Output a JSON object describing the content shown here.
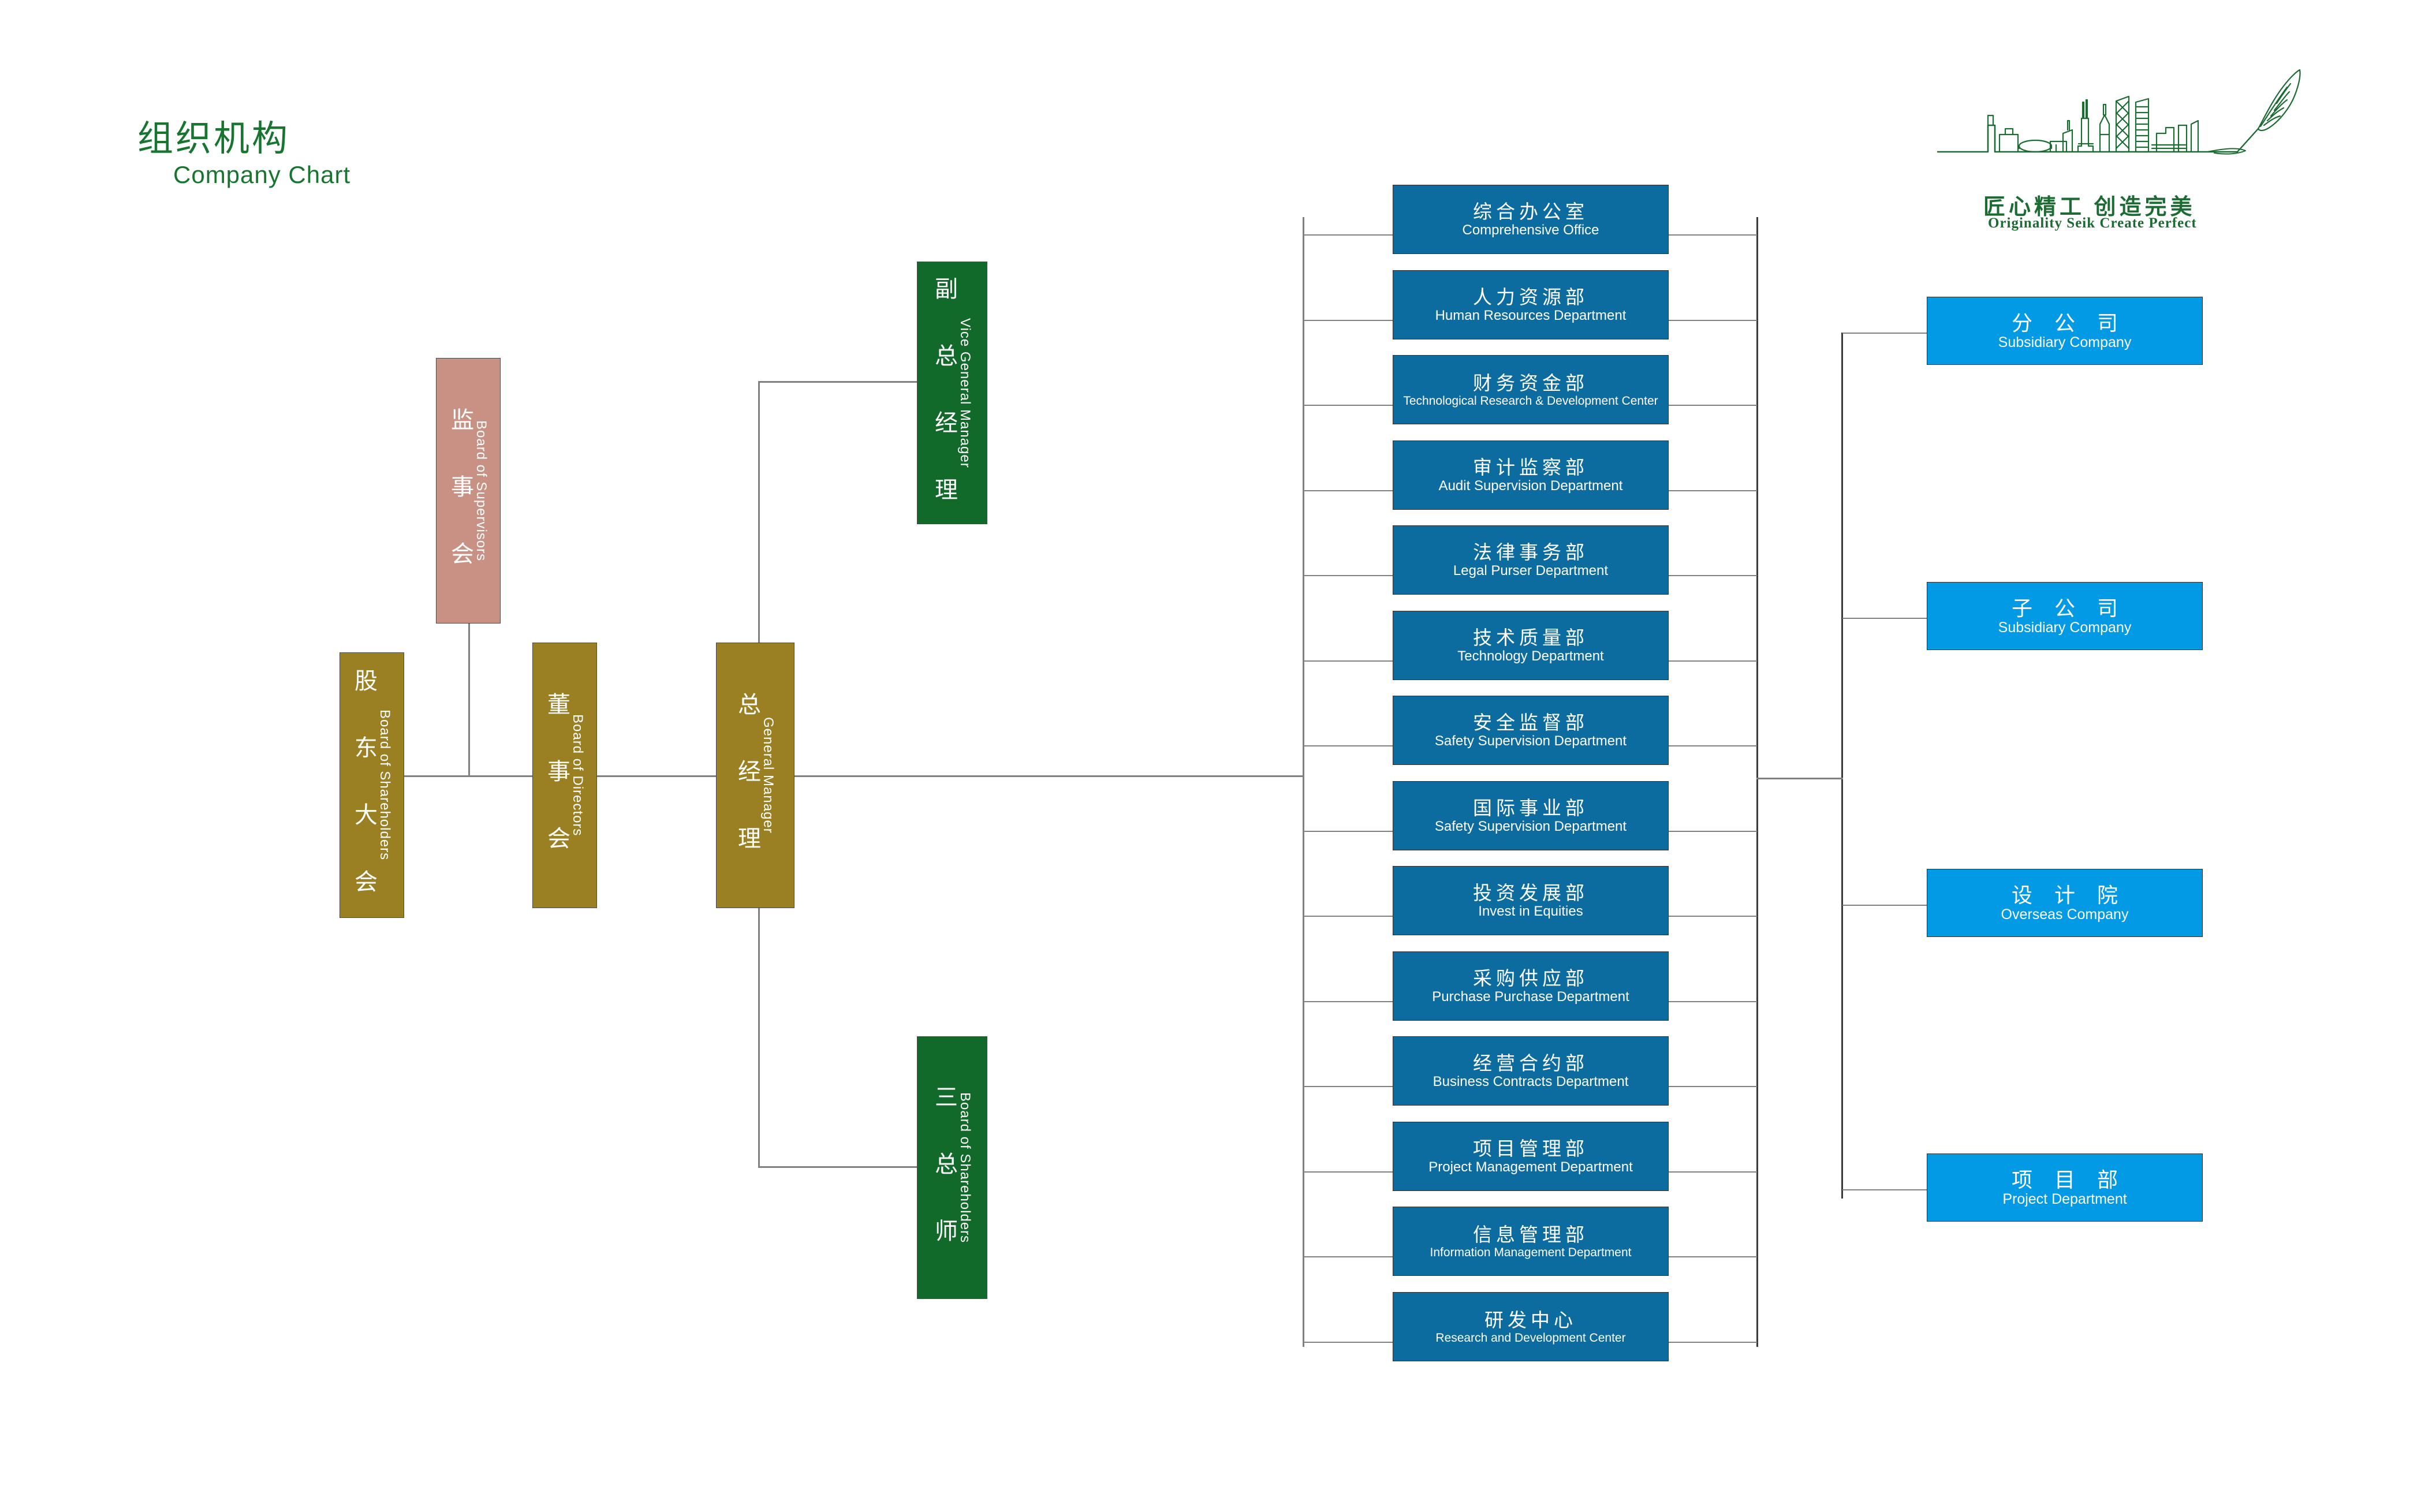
{
  "page": {
    "title_cn": "组织机构",
    "title_en": "Company Chart",
    "bg_color": "#ffffff"
  },
  "logo": {
    "slogan_cn": "匠心精工 创造完美",
    "slogan_en": "Originality Seik   Create Perfect",
    "color": "#1b6b32",
    "icon": "city-skyline-with-quill-pen"
  },
  "colors": {
    "title_green": "#17752f",
    "gold_box": "#9a8022",
    "rose_box": "#c89183",
    "green_box": "#11692a",
    "dept_blue": "#0c6ca0",
    "branch_blue": "#029ae5",
    "connector": "#808080"
  },
  "governance": [
    {
      "id": "board-of-shareholders",
      "cn": "股 东 大 会",
      "en": "Board of Shareholders",
      "color": "#9a8022"
    },
    {
      "id": "board-of-supervisors",
      "cn": "监 事 会",
      "en": "Board of Supervisors",
      "color": "#c89183"
    },
    {
      "id": "board-of-directors",
      "cn": "董 事 会",
      "en": "Board of Directors",
      "color": "#9a8022"
    },
    {
      "id": "general-manager",
      "cn": "总 经 理",
      "en": "General Manager",
      "color": "#9a8022"
    },
    {
      "id": "vice-general-manager",
      "cn": "副 总 经 理",
      "en": "Vice General Manager",
      "color": "#11692a"
    },
    {
      "id": "three-chief-engineers",
      "cn": "三 总 师",
      "en": "Board of Shareholders",
      "color": "#11692a"
    }
  ],
  "departments": [
    {
      "cn": "综合办公室",
      "en": "Comprehensive Office"
    },
    {
      "cn": "人力资源部",
      "en": "Human Resources Department"
    },
    {
      "cn": "财务资金部",
      "en": "Technological Research & Development Center"
    },
    {
      "cn": "审计监察部",
      "en": "Audit Supervision Department"
    },
    {
      "cn": "法律事务部",
      "en": "Legal Purser Department"
    },
    {
      "cn": "技术质量部",
      "en": "Technology Department"
    },
    {
      "cn": "安全监督部",
      "en": "Safety Supervision Department"
    },
    {
      "cn": "国际事业部",
      "en": "Safety Supervision Department"
    },
    {
      "cn": "投资发展部",
      "en": "Invest in Equities"
    },
    {
      "cn": "采购供应部",
      "en": "Purchase Purchase Department"
    },
    {
      "cn": "经营合约部",
      "en": "Business Contracts Department"
    },
    {
      "cn": "项目管理部",
      "en": "Project Management Department"
    },
    {
      "cn": "信息管理部",
      "en": "Information Management Department"
    },
    {
      "cn": "研发中心",
      "en": "Research and Development Center"
    }
  ],
  "subsidiaries": [
    {
      "cn": "分 公 司",
      "en": "Subsidiary Company"
    },
    {
      "cn": "子 公 司",
      "en": "Subsidiary Company"
    },
    {
      "cn": "设 计 院",
      "en": "Overseas Company"
    },
    {
      "cn": "项 目 部",
      "en": "Project Department"
    }
  ]
}
